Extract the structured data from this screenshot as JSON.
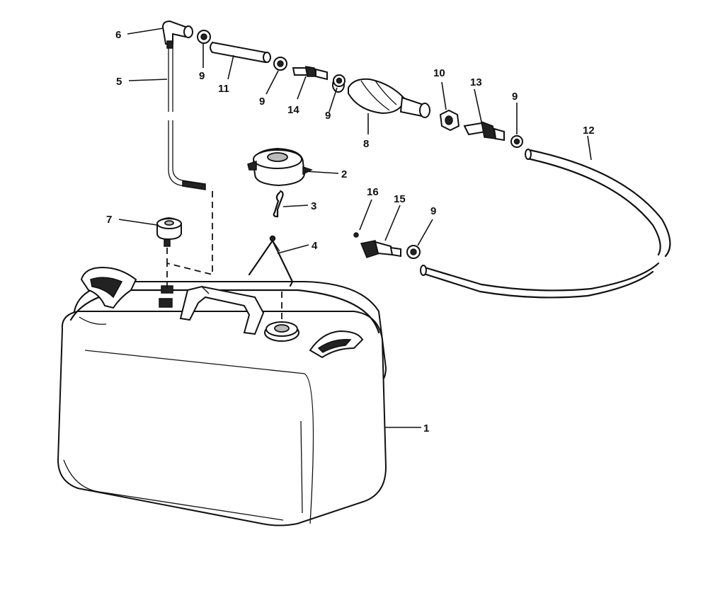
{
  "labels": {
    "l1": "1",
    "l2": "2",
    "l3": "3",
    "l4": "4",
    "l5": "5",
    "l6": "6",
    "l7": "7",
    "l8": "8",
    "l9a": "9",
    "l9b": "9",
    "l9c": "9",
    "l9d": "9",
    "l9e": "9",
    "l10": "10",
    "l11": "11",
    "l12": "12",
    "l13": "13",
    "l14": "14",
    "l15": "15",
    "l16": "16"
  }
}
